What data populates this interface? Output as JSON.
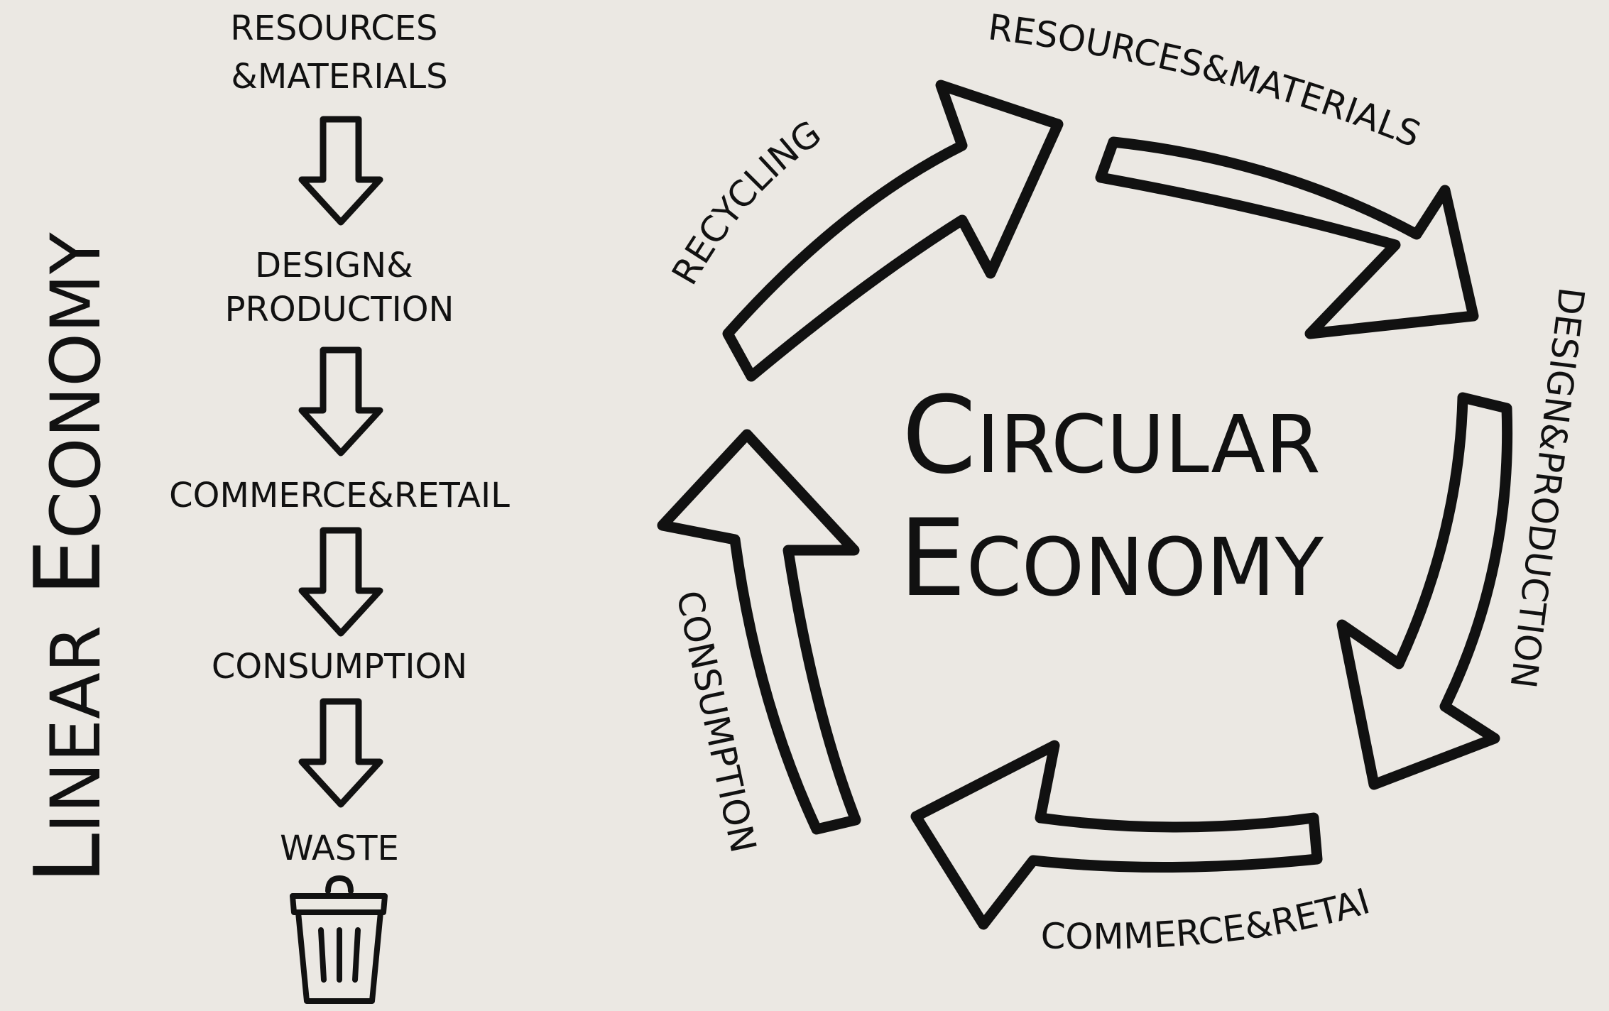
{
  "colors": {
    "background": "#ebe8e3",
    "ink": "#111111"
  },
  "linear": {
    "title": "Linear Economy",
    "steps": [
      {
        "line1": "RESOURCES",
        "line2": "&MATERIALS"
      },
      {
        "line1": "DESIGN&",
        "line2": "PRODUCTION"
      },
      {
        "line1": "COMMERCE&RETAIL",
        "line2": ""
      },
      {
        "line1": "CONSUMPTION",
        "line2": ""
      },
      {
        "line1": "WASTE",
        "line2": ""
      }
    ],
    "end_icon": "trash-can-icon"
  },
  "circular": {
    "title_line1": "Circular",
    "title_line2": "Economy",
    "stages": {
      "resources": "RESOURCES&MATERIALS",
      "design": "DESIGN&PRODUCTION",
      "commerce": "COMMERCE&RETAIL",
      "consumption": "CONSUMPTION",
      "recycling": "RECYCLING"
    }
  }
}
